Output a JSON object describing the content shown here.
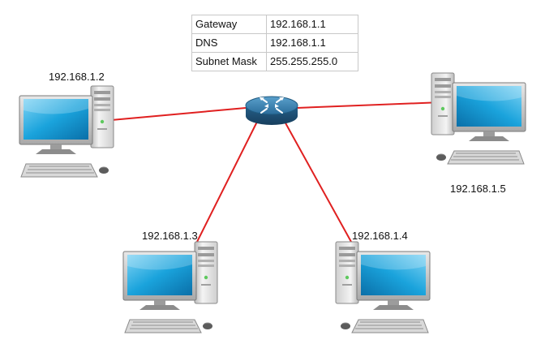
{
  "network": {
    "config_table": [
      {
        "label": "Gateway",
        "value": "192.168.1.1"
      },
      {
        "label": "DNS",
        "value": "192.168.1.1"
      },
      {
        "label": "Subnet Mask",
        "value": "255.255.255.0"
      }
    ],
    "hosts": [
      {
        "id": "pc1",
        "ip": "192.168.1.2"
      },
      {
        "id": "pc2",
        "ip": "192.168.1.3"
      },
      {
        "id": "pc3",
        "ip": "192.168.1.4"
      },
      {
        "id": "pc4",
        "ip": "192.168.1.5"
      }
    ],
    "router": {
      "icon": "router-icon"
    },
    "colors": {
      "link": "#e02020",
      "screen": "#1aa3dc",
      "router": "#2a6c9a"
    }
  }
}
